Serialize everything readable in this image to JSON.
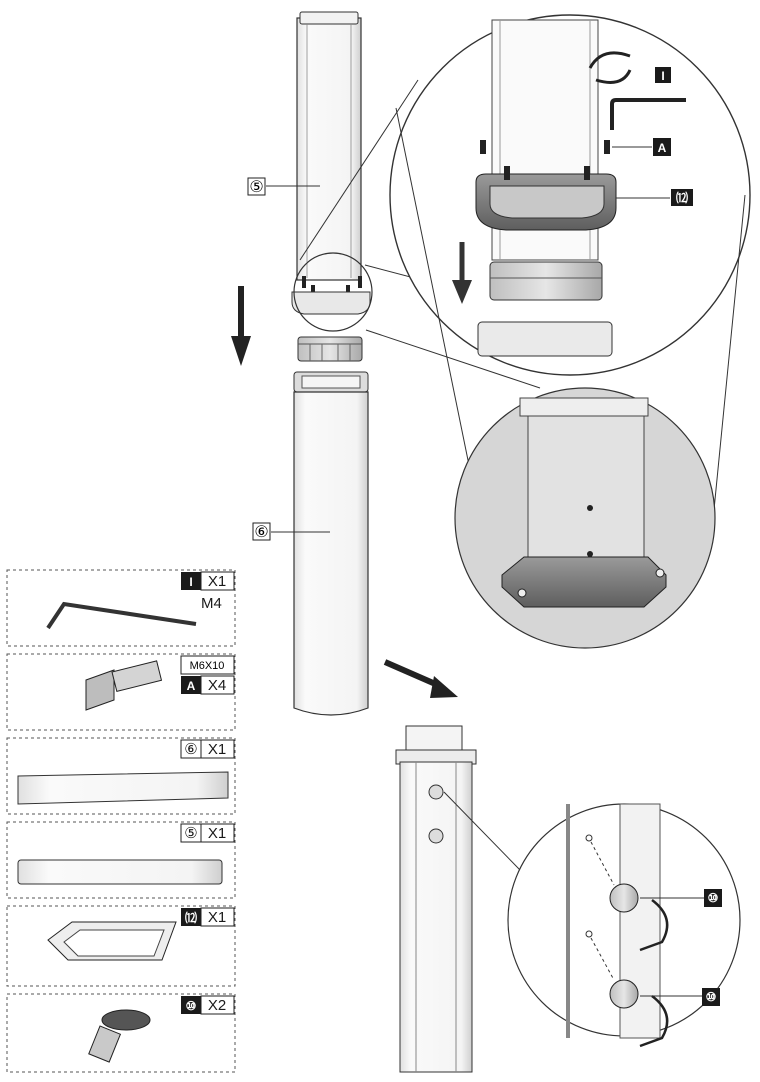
{
  "callouts": {
    "part5": "⑤",
    "part6": "⑥",
    "part12": "⑿",
    "part10_top": "⑩",
    "part10_bottom": "⑩",
    "tool_I": "I",
    "screw_A": "A"
  },
  "parts_list": [
    {
      "id": "hex-key",
      "tag": "I",
      "qty": "X1",
      "spec": "M4"
    },
    {
      "id": "screw",
      "tag": "A",
      "qty": "X4",
      "spec": "M6X10"
    },
    {
      "id": "tube-6",
      "tag": "⑥",
      "qty": "X1"
    },
    {
      "id": "tube-5",
      "tag": "⑤",
      "qty": "X1"
    },
    {
      "id": "bracket-12",
      "tag": "⑿",
      "qty": "X1"
    },
    {
      "id": "knob-10",
      "tag": "⑩",
      "qty": "X2"
    }
  ]
}
